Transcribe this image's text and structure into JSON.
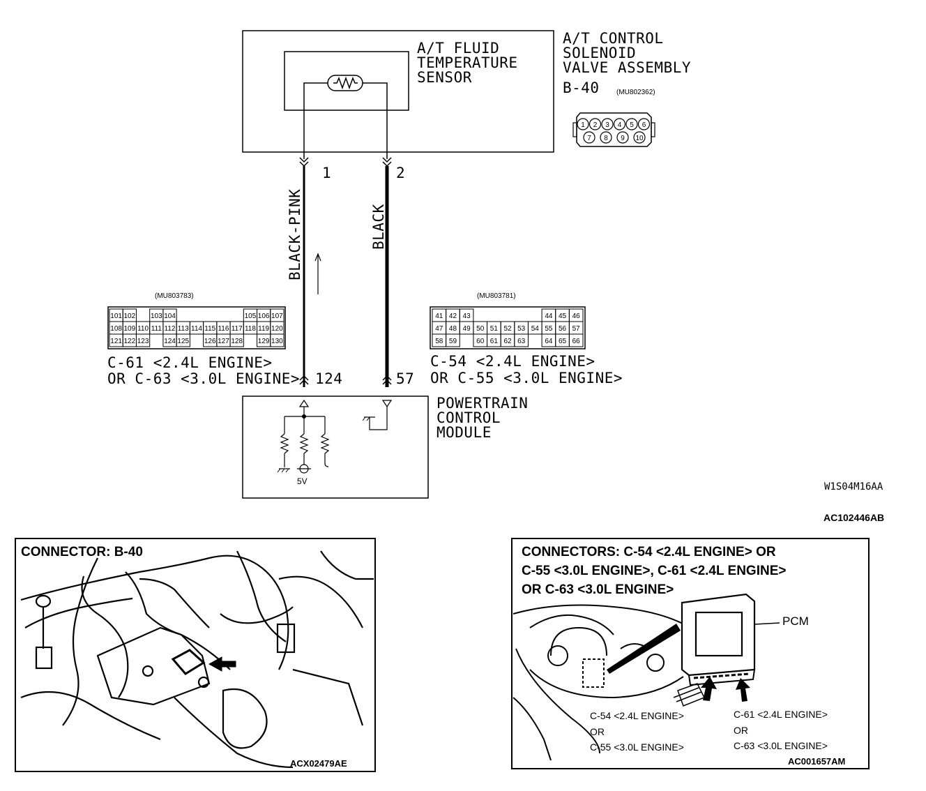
{
  "sensor": {
    "name_lines": [
      "A/T FLUID",
      "TEMPERATURE",
      "SENSOR"
    ]
  },
  "valve_assembly": {
    "name_lines": [
      "A/T CONTROL",
      "SOLENOID",
      "VALVE ASSEMBLY"
    ],
    "connector_id": "B-40",
    "part_number": "(MU802362)",
    "pins_top": [
      "1",
      "2",
      "3",
      "4",
      "5",
      "6"
    ],
    "pins_bottom": [
      "7",
      "8",
      "9",
      "10"
    ]
  },
  "wires": {
    "left": {
      "pin_top": "1",
      "color": "BLACK-PINK",
      "pin_bottom": "124"
    },
    "right": {
      "pin_top": "2",
      "color": "BLACK",
      "pin_bottom": "57"
    }
  },
  "connector_left": {
    "part_number": "(MU803783)",
    "rows": [
      [
        "101",
        "102",
        "",
        "103",
        "104",
        "",
        "",
        "",
        "",
        "",
        "105",
        "106",
        "107"
      ],
      [
        "108",
        "109",
        "110",
        "111",
        "112",
        "113",
        "114",
        "115",
        "116",
        "117",
        "118",
        "119",
        "120"
      ],
      [
        "121",
        "122",
        "123",
        "",
        "124",
        "125",
        "",
        "126",
        "127",
        "128",
        "",
        "129",
        "130"
      ]
    ],
    "line1": "C-61 <2.4L ENGINE>",
    "line2": "OR C-63 <3.0L ENGINE>"
  },
  "connector_right": {
    "part_number": "(MU803781)",
    "rows": [
      [
        "41",
        "42",
        "43",
        "",
        "",
        "",
        "",
        "",
        "44",
        "45",
        "46"
      ],
      [
        "47",
        "48",
        "49",
        "50",
        "51",
        "52",
        "53",
        "54",
        "55",
        "56",
        "57"
      ],
      [
        "58",
        "59",
        "",
        "60",
        "61",
        "62",
        "63",
        "",
        "64",
        "65",
        "66"
      ]
    ],
    "line1": "C-54 <2.4L ENGINE>",
    "line2": "OR C-55 <3.0L ENGINE>"
  },
  "pcm": {
    "name_lines": [
      "POWERTRAIN",
      "CONTROL",
      "MODULE"
    ],
    "voltage": "5V"
  },
  "codes": {
    "schematic": "W1S04M16AA",
    "figure": "AC102446AB"
  },
  "photo_left": {
    "title": "CONNECTOR: B-40",
    "code": "ACX02479AE"
  },
  "photo_right": {
    "title_lines": [
      "CONNECTORS: C-54 <2.4L ENGINE> OR",
      "C-55 <3.0L ENGINE>, C-61 <2.4L ENGINE>",
      "OR C-63 <3.0L ENGINE>"
    ],
    "pcm_label": "PCM",
    "callout_left": [
      "C-54 <2.4L ENGINE>",
      "OR",
      "C-55 <3.0L ENGINE>"
    ],
    "callout_right": [
      "C-61 <2.4L ENGINE>",
      "OR",
      "C-63 <3.0L ENGINE>"
    ],
    "code": "AC001657AM"
  }
}
